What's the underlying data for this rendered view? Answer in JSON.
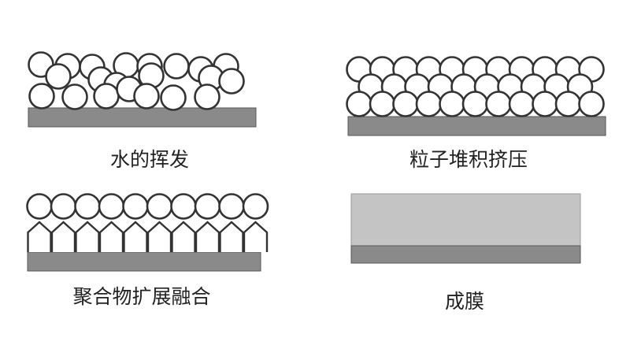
{
  "stages": [
    {
      "id": "water-evaporation",
      "label": "水的挥发"
    },
    {
      "id": "particle-packing",
      "label": "粒子堆积挤压"
    },
    {
      "id": "polymer-fusion",
      "label": "聚合物扩展融合"
    },
    {
      "id": "film-formation",
      "label": "成膜"
    }
  ],
  "colors": {
    "substrate": "#8a8a8a",
    "substrate_edge": "#555555",
    "particle_stroke": "#333333",
    "particle_fill": "#ffffff",
    "film": "#c4c4c4",
    "film_edge": "#9a9a9a",
    "text": "#222222"
  }
}
